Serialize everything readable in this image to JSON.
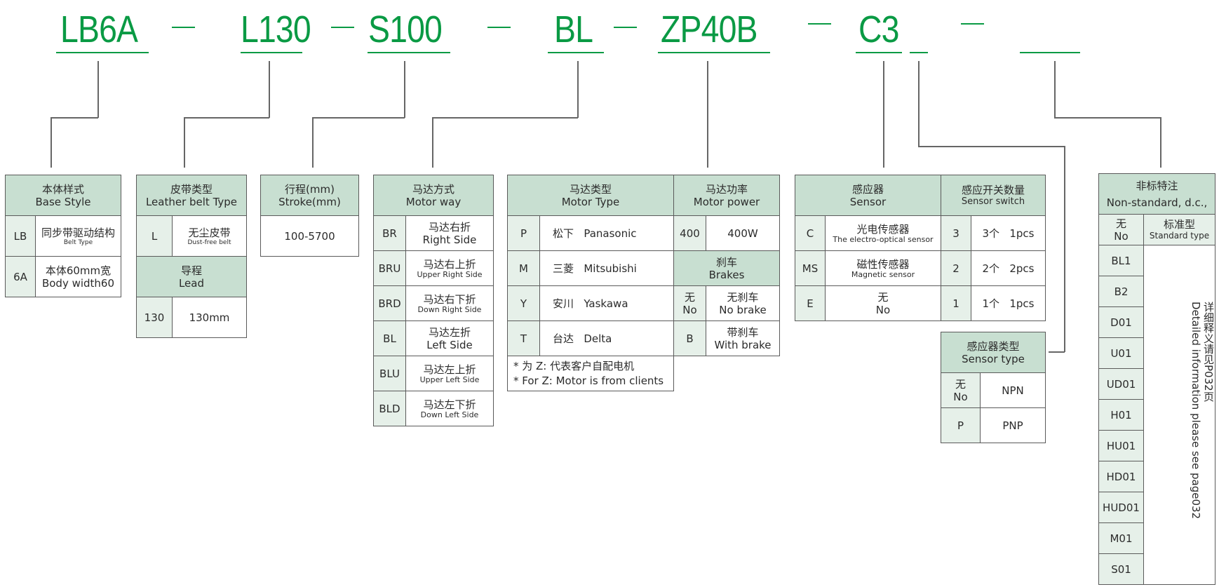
{
  "model_code": {
    "segments": [
      "LB6A",
      "L130",
      "S100",
      "BL",
      "ZP40B",
      "C3",
      "",
      ""
    ],
    "separator": "—"
  },
  "colors": {
    "code_green": "#0a9a44",
    "header_bg": "#c8dfd1",
    "code_cell_bg": "#e6f0e9",
    "border": "#5a5a5a"
  },
  "base_style": {
    "title_cn": "本体样式",
    "title_en": "Base Style",
    "rows": [
      {
        "code": "LB",
        "cn": "同步带驱动结构",
        "en": "Belt Type"
      },
      {
        "code": "6A",
        "cn": "本体60mm宽",
        "en": "Body width60"
      }
    ]
  },
  "belt_type": {
    "title_cn": "皮带类型",
    "title_en": "Leather belt Type",
    "rows": [
      {
        "code": "L",
        "cn": "无尘皮带",
        "en": "Dust-free belt"
      }
    ],
    "lead": {
      "title_cn": "导程",
      "title_en": "Lead",
      "rows": [
        {
          "code": "130",
          "value": "130mm"
        }
      ]
    }
  },
  "stroke": {
    "title_cn": "行程(mm)",
    "title_en": "Stroke(mm)",
    "value": "100-5700"
  },
  "motor_way": {
    "title_cn": "马达方式",
    "title_en": "Motor way",
    "rows": [
      {
        "code": "BR",
        "cn": "马达右折",
        "en": "Right Side"
      },
      {
        "code": "BRU",
        "cn": "马达右上折",
        "en": "Upper Right Side"
      },
      {
        "code": "BRD",
        "cn": "马达右下折",
        "en": "Down Right Side"
      },
      {
        "code": "BL",
        "cn": "马达左折",
        "en": "Left Side"
      },
      {
        "code": "BLU",
        "cn": "马达左上折",
        "en": "Upper Left Side"
      },
      {
        "code": "BLD",
        "cn": "马达左下折",
        "en": "Down Left Side"
      }
    ]
  },
  "motor_type": {
    "title_cn": "马达类型",
    "title_en": "Motor Type",
    "rows": [
      {
        "code": "P",
        "cn": "松下",
        "en": "Panasonic"
      },
      {
        "code": "M",
        "cn": "三菱",
        "en": "Mitsubishi"
      },
      {
        "code": "Y",
        "cn": "安川",
        "en": "Yaskawa"
      },
      {
        "code": "T",
        "cn": "台达",
        "en": "Delta"
      }
    ],
    "note_cn": "* 为 Z: 代表客户自配电机",
    "note_en": "* For Z: Motor is from clients"
  },
  "motor_power": {
    "title_cn": "马达功率",
    "title_en": "Motor power",
    "rows": [
      {
        "code": "400",
        "value": "400W"
      }
    ],
    "brakes": {
      "title_cn": "刹车",
      "title_en": "Brakes",
      "rows": [
        {
          "code_cn": "无",
          "code_en": "No",
          "cn": "无刹车",
          "en": "No brake"
        },
        {
          "code": "B",
          "cn": "带刹车",
          "en": "With brake"
        }
      ]
    }
  },
  "sensor": {
    "title_cn": "感应器",
    "title_en": "Sensor",
    "rows": [
      {
        "code": "C",
        "cn": "光电传感器",
        "en": "The electro-optical sensor"
      },
      {
        "code": "MS",
        "cn": "磁性传感器",
        "en": "Magnetic sensor"
      },
      {
        "code": "E",
        "cn": "无",
        "en": "No"
      }
    ]
  },
  "sensor_switch": {
    "title_cn": "感应开关数量",
    "title_en": "Sensor switch",
    "rows": [
      {
        "code": "3",
        "value": "3个   1pcs"
      },
      {
        "code": "2",
        "value": "2个   2pcs"
      },
      {
        "code": "1",
        "value": "1个   1pcs"
      }
    ]
  },
  "sensor_type": {
    "title_cn": "感应器类型",
    "title_en": "Sensor type",
    "rows": [
      {
        "code_cn": "无",
        "code_en": "No",
        "value": "NPN"
      },
      {
        "code": "P",
        "value": "PNP"
      }
    ]
  },
  "non_standard": {
    "title_cn": "非标特注",
    "title_en": "Non-standard, d.c.,",
    "std_code_cn": "无",
    "std_code_en": "No",
    "std_cn": "标准型",
    "std_en": "Standard type",
    "codes": [
      "BL1",
      "B2",
      "D01",
      "U01",
      "UD01",
      "H01",
      "HU01",
      "HD01",
      "HUD01",
      "M01",
      "S01"
    ],
    "detail_cn": "详细释义请见P032页",
    "detail_en": "Detailed information please see page032"
  }
}
